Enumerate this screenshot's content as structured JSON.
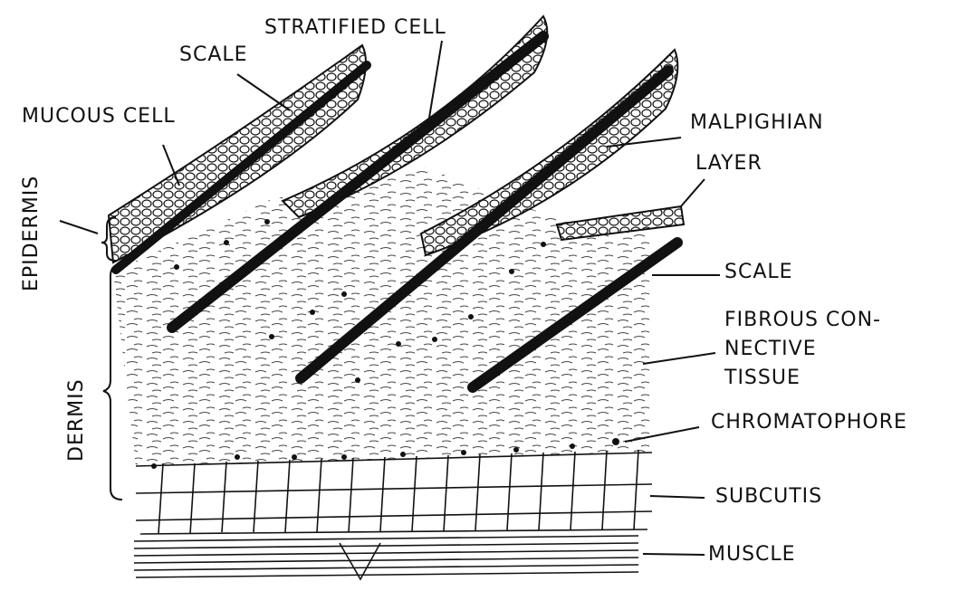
{
  "labels": {
    "stratified_cell": "STRATIFIED CELL",
    "scale_top": "SCALE",
    "mucous_cell": "MUCOUS CELL",
    "malpighian": "MALPIGHIAN",
    "layer": "LAYER",
    "scale_right": "SCALE",
    "fibrous_1": "FIBROUS  CON-",
    "fibrous_2": "NECTIVE",
    "fibrous_3": "TISSUE",
    "chromatophore": "CHROMATOPHORE",
    "subcutis": "SUBCUTIS",
    "muscle": "MUSCLE",
    "epidermis": "EPIDERMIS",
    "dermis": "DERMIS"
  }
}
